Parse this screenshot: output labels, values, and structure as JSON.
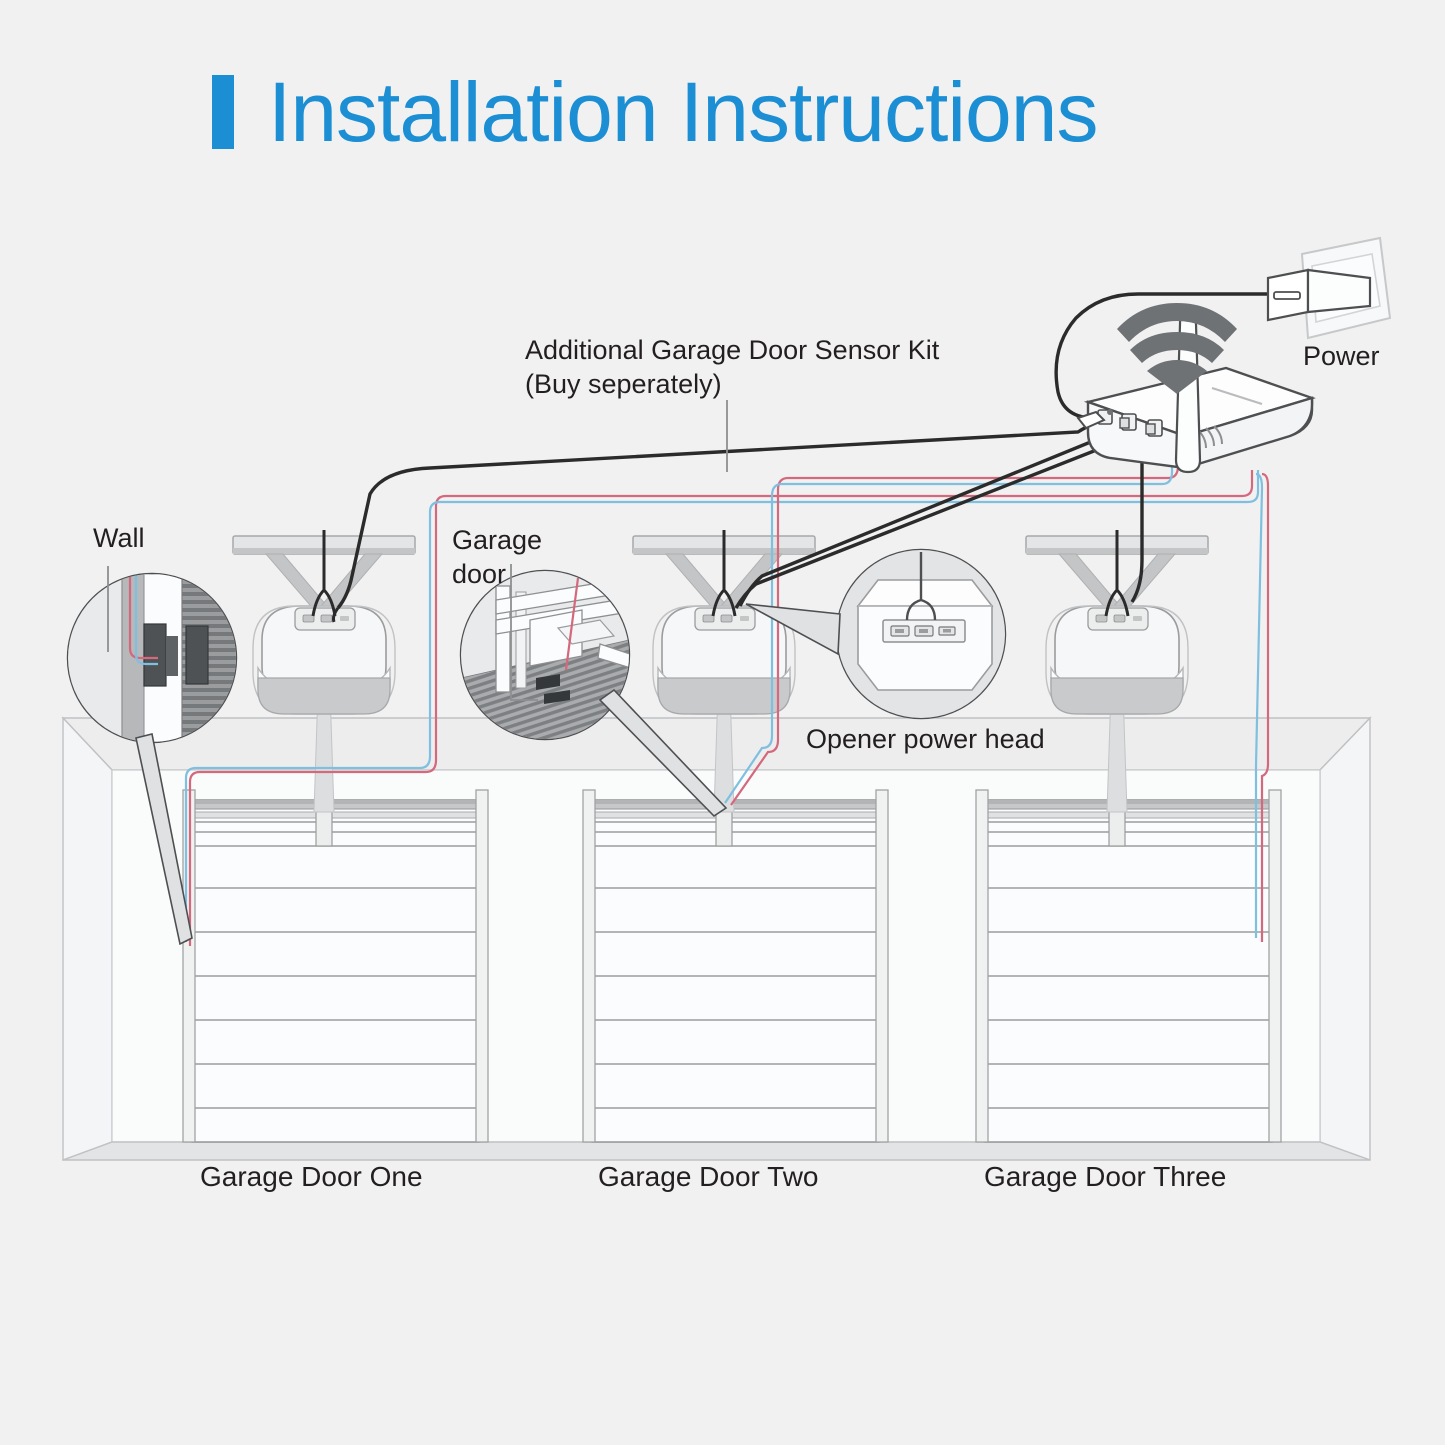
{
  "page": {
    "background_color": "#f1f1f1",
    "accent_color": "#1c8ed4",
    "text_color": "#231f20"
  },
  "header": {
    "title": "Installation Instructions",
    "accent_bar": "blue-vertical-bar"
  },
  "annotations": {
    "sensor_kit_line1": "Additional Garage Door Sensor Kit",
    "sensor_kit_line2": "(Buy seperately)",
    "power": "Power",
    "wall": "Wall",
    "garage_door_line1": "Garage",
    "garage_door_line2": "door",
    "opener_power_head": "Opener power head"
  },
  "bays": [
    {
      "label": "Garage Door One"
    },
    {
      "label": "Garage Door Two"
    },
    {
      "label": "Garage Door Three"
    }
  ],
  "icons": {
    "wifi": "wifi-icon",
    "antenna": "antenna-icon",
    "power_adapter": "power-adapter-icon",
    "wall_outlet": "wall-outlet-icon",
    "hub": "wifi-hub-icon",
    "opener": "garage-door-opener-icon",
    "ceiling_bracket": "ceiling-bracket-icon",
    "magnifier": "magnifier-circle-icon"
  },
  "wire_colors": {
    "signal_black": "#2b2b2b",
    "sensor_red": "#d4687c",
    "sensor_blue": "#7fbfe0",
    "outline": "#6f7275",
    "panel_fill": "#fbfcfd",
    "panel_shade": "#d9dbdd",
    "device_fill": "#f3f4f5",
    "device_shade": "#c9cbcd"
  }
}
